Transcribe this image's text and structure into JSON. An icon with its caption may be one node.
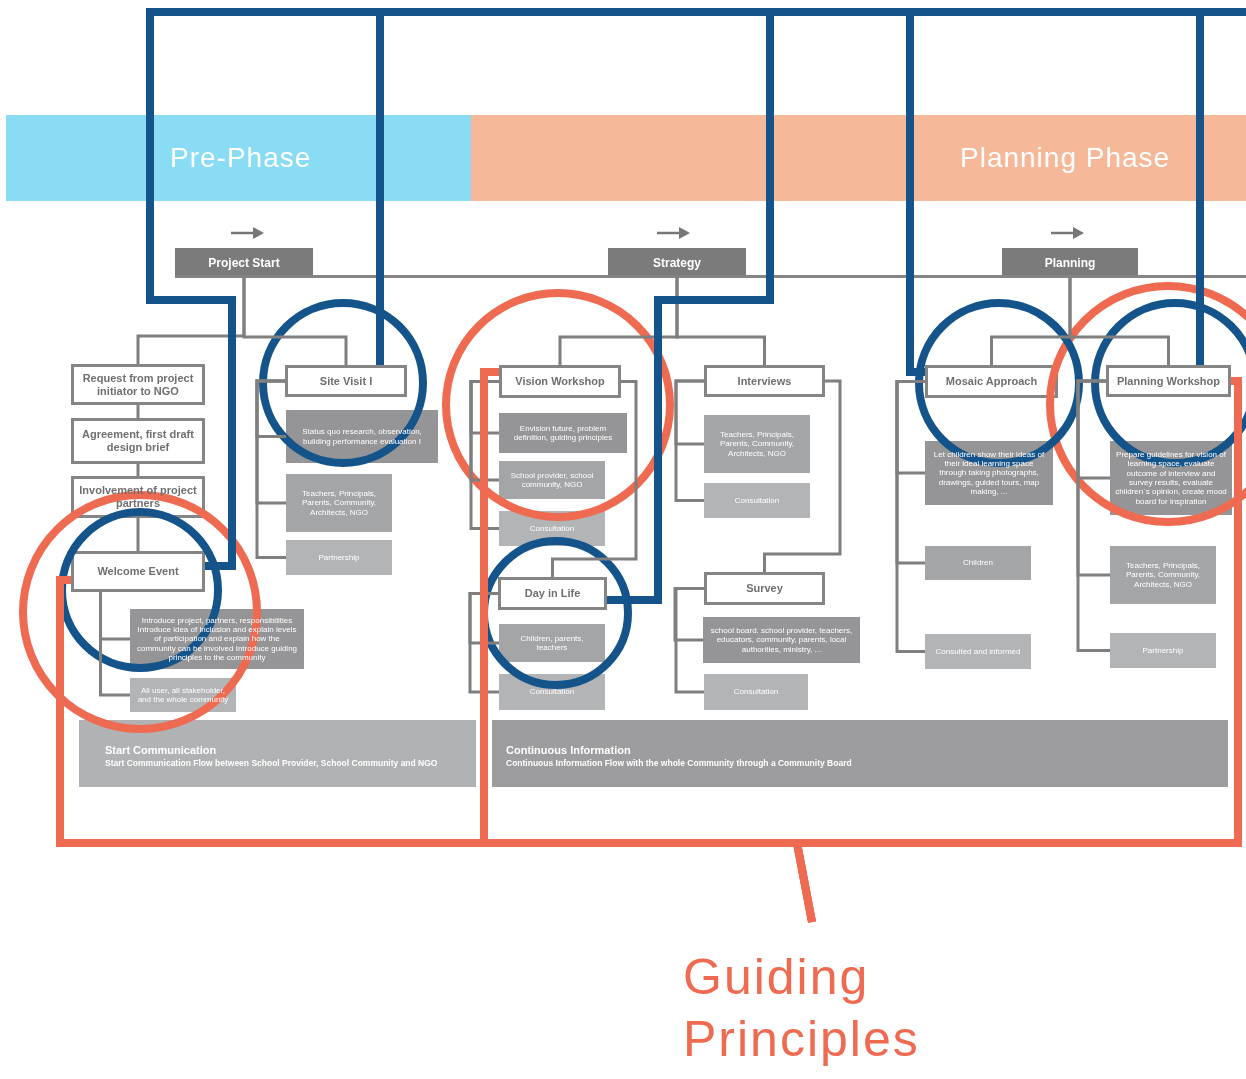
{
  "diagram": {
    "nodes": [
      {
        "text": [
          "Pre-Phase"
        ]
      },
      {
        "text": [
          "Planning Phase"
        ]
      },
      {
        "text": [
          "Project Start"
        ]
      },
      {
        "text": [
          "Strategy"
        ]
      },
      {
        "text": [
          "Planning"
        ]
      },
      {
        "text": [
          "Request from project initiator to NGO"
        ]
      },
      {
        "text": [
          "Agreement, first draft design brief"
        ]
      },
      {
        "text": [
          "Involvement of project partners"
        ]
      },
      {
        "text": [
          "Welcome Event"
        ]
      },
      {
        "text": [
          "Introduce project, partners, responsibilities Introduce idea of inclusion and explain levels of participation and explain how the community can be involved Introduce guiding principles to the community"
        ]
      },
      {
        "text": [
          "All user, all stakeholder, and the whole community"
        ]
      },
      {
        "text": [
          "Site Visit I"
        ]
      },
      {
        "text": [
          "Status quo research, observation, building performance evaluation I"
        ]
      },
      {
        "text": [
          "Teachers, Principals, Parents, Community, Architects, NGO"
        ]
      },
      {
        "text": [
          "Partnership"
        ]
      },
      {
        "text": [
          "Vision Workshop"
        ]
      },
      {
        "text": [
          "Envision future, problem definition, guiding principles"
        ]
      },
      {
        "text": [
          "School provider, school community, NGO"
        ]
      },
      {
        "text": [
          "Consultation"
        ]
      },
      {
        "text": [
          "Day in Life"
        ]
      },
      {
        "text": [
          "Children, parents, teachers"
        ]
      },
      {
        "text": [
          "Consultation"
        ]
      },
      {
        "text": [
          "Interviews"
        ]
      },
      {
        "text": [
          "Teachers, Principals, Parents, Community, Architects, NGO"
        ]
      },
      {
        "text": [
          "Consultation"
        ]
      },
      {
        "text": [
          "Survey"
        ]
      },
      {
        "text": [
          "school board. school provider, teachers, educators, community, parents, local authorities, ministry, ..."
        ]
      },
      {
        "text": [
          "Consultation"
        ]
      },
      {
        "text": [
          "Mosaic Approach"
        ]
      },
      {
        "text": [
          "Let children show their ideas of their ideal learning space through taking photographs, drawings, guided tours, map making, ..."
        ]
      },
      {
        "text": [
          "Children"
        ]
      },
      {
        "text": [
          "Consulted and informed"
        ]
      },
      {
        "text": [
          "Planning Workshop"
        ]
      },
      {
        "text": [
          "Prepare guidelines for vision of learning space, evaluate outcome of interview and survey results, evaluate children´s opinion, create mood board for inspiration"
        ]
      },
      {
        "text": [
          "Teachers, Principals, Parents, Community, Architects, NGO"
        ]
      },
      {
        "text": [
          "Partnership"
        ]
      },
      {
        "text": [
          "Start Communication",
          "Start Communication Flow between School Provider, School Community and NGO"
        ]
      },
      {
        "text": [
          "Continuous Information",
          "Continuous Information Flow with the whole Community through a Community Board"
        ]
      },
      {
        "text": [
          "Guiding Principles"
        ]
      }
    ],
    "edges": [
      {
        "from": 2,
        "to": 5,
        "arrow": "none"
      },
      {
        "from": 2,
        "to": 11,
        "arrow": "none"
      },
      {
        "from": 5,
        "to": 6,
        "arrow": "none"
      },
      {
        "from": 6,
        "to": 7,
        "arrow": "none"
      },
      {
        "from": 7,
        "to": 8,
        "arrow": "none"
      },
      {
        "from": 8,
        "to": 9,
        "arrow": "none"
      },
      {
        "from": 8,
        "to": 10,
        "arrow": "none"
      },
      {
        "from": 11,
        "to": 12,
        "arrow": "none"
      },
      {
        "from": 11,
        "to": 13,
        "arrow": "none"
      },
      {
        "from": 11,
        "to": 14,
        "arrow": "none"
      },
      {
        "from": 3,
        "to": 15,
        "arrow": "none"
      },
      {
        "from": 3,
        "to": 22,
        "arrow": "none"
      },
      {
        "from": 15,
        "to": 16,
        "arrow": "none"
      },
      {
        "from": 15,
        "to": 17,
        "arrow": "none"
      },
      {
        "from": 15,
        "to": 18,
        "arrow": "none"
      },
      {
        "from": 15,
        "to": 19,
        "arrow": "none"
      },
      {
        "from": 19,
        "to": 20,
        "arrow": "none"
      },
      {
        "from": 19,
        "to": 21,
        "arrow": "none"
      },
      {
        "from": 22,
        "to": 23,
        "arrow": "none"
      },
      {
        "from": 22,
        "to": 24,
        "arrow": "none"
      },
      {
        "from": 22,
        "to": 25,
        "arrow": "none"
      },
      {
        "from": 25,
        "to": 26,
        "arrow": "none"
      },
      {
        "from": 25,
        "to": 27,
        "arrow": "none"
      },
      {
        "from": 4,
        "to": 28,
        "arrow": "none"
      },
      {
        "from": 4,
        "to": 32,
        "arrow": "none"
      },
      {
        "from": 28,
        "to": 29,
        "arrow": "none"
      },
      {
        "from": 28,
        "to": 30,
        "arrow": "none"
      },
      {
        "from": 28,
        "to": 31,
        "arrow": "none"
      },
      {
        "from": 32,
        "to": 33,
        "arrow": "none"
      },
      {
        "from": 32,
        "to": 34,
        "arrow": "none"
      },
      {
        "from": 32,
        "to": 35,
        "arrow": "none"
      },
      {
        "from": 38,
        "to": 8,
        "arrow": "none",
        "style": "thick",
        "color": "#ee6a50"
      },
      {
        "from": 38,
        "to": 15,
        "arrow": "none",
        "style": "thick",
        "color": "#ee6a50"
      },
      {
        "from": 38,
        "to": 32,
        "arrow": "none",
        "style": "thick",
        "color": "#ee6a50"
      },
      {
        "from": 8,
        "to": null,
        "arrow": "none",
        "style": "thick",
        "color": "#14548a"
      },
      {
        "from": 11,
        "to": null,
        "arrow": "none",
        "style": "thick",
        "color": "#14548a"
      },
      {
        "from": 19,
        "to": null,
        "arrow": "none",
        "style": "thick",
        "color": "#14548a"
      },
      {
        "from": 28,
        "to": null,
        "arrow": "none",
        "style": "thick",
        "color": "#14548a"
      },
      {
        "from": 32,
        "to": null,
        "arrow": "none",
        "style": "thick",
        "color": "#14548a"
      }
    ]
  }
}
